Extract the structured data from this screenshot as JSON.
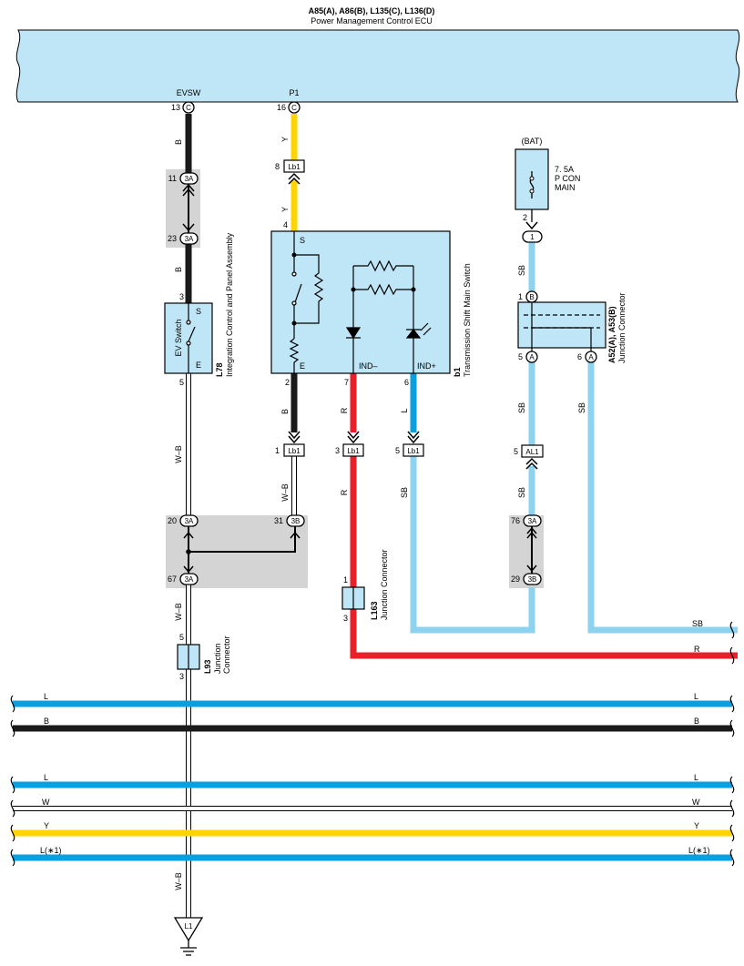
{
  "header": {
    "title": "A85(A), A86(B), L135(C), L136(D)",
    "subtitle": "Power Management Control ECU"
  },
  "ecu": {
    "pin_evsw": "EVSW",
    "pin_p1": "P1",
    "pin_13": "13",
    "pin_16": "16",
    "conn_c": "C"
  },
  "wire_colors": {
    "B": "#1a1a1a",
    "Y": "#ffd400",
    "R": "#e8202a",
    "L": "#0aa0e0",
    "SB": "#8dd3f0",
    "W-B": "#ffffff",
    "W": "#ffffff",
    "ecu_fill": "#bfe6f7",
    "gray_box": "#d4d4d4"
  },
  "labels": {
    "B": "B",
    "Y": "Y",
    "R": "R",
    "L": "L",
    "SB": "SB",
    "WB": "W–B",
    "W": "W",
    "L1": "L(∗1)"
  },
  "connectors": {
    "3A": "3A",
    "3B": "3B",
    "Lb1": "Lb1",
    "AL1": "AL1",
    "A": "A",
    "B": "B",
    "one": "1"
  },
  "pins": {
    "p1": "1",
    "p2": "2",
    "p3": "3",
    "p4": "4",
    "p5": "5",
    "p6": "6",
    "p7": "7",
    "p8": "8",
    "p11": "11",
    "p20": "20",
    "p23": "23",
    "p29": "29",
    "p31": "31",
    "p67": "67",
    "p76": "76"
  },
  "components": {
    "l78_id": "L78",
    "l78_name": "Integration Control and Panel Assembly",
    "ev_switch": "EV Switch",
    "sw_s": "S",
    "sw_e": "E",
    "b1_id": "b1",
    "b1_name": "Transmission Shift Main Switch",
    "ind_minus": "IND–",
    "ind_plus": "IND+",
    "jc_id": "A52(A), A53(B)",
    "jc_name": "Junction Connector",
    "l163_id": "L163",
    "l163_name": "Junction Connector",
    "l93_id": "L93",
    "l93_name_1": "Junction",
    "l93_name_2": "Connector",
    "bat": "(BAT)",
    "fuse_1": "7. 5A",
    "fuse_2": "P CON",
    "fuse_3": "MAIN",
    "ground": "L1"
  }
}
